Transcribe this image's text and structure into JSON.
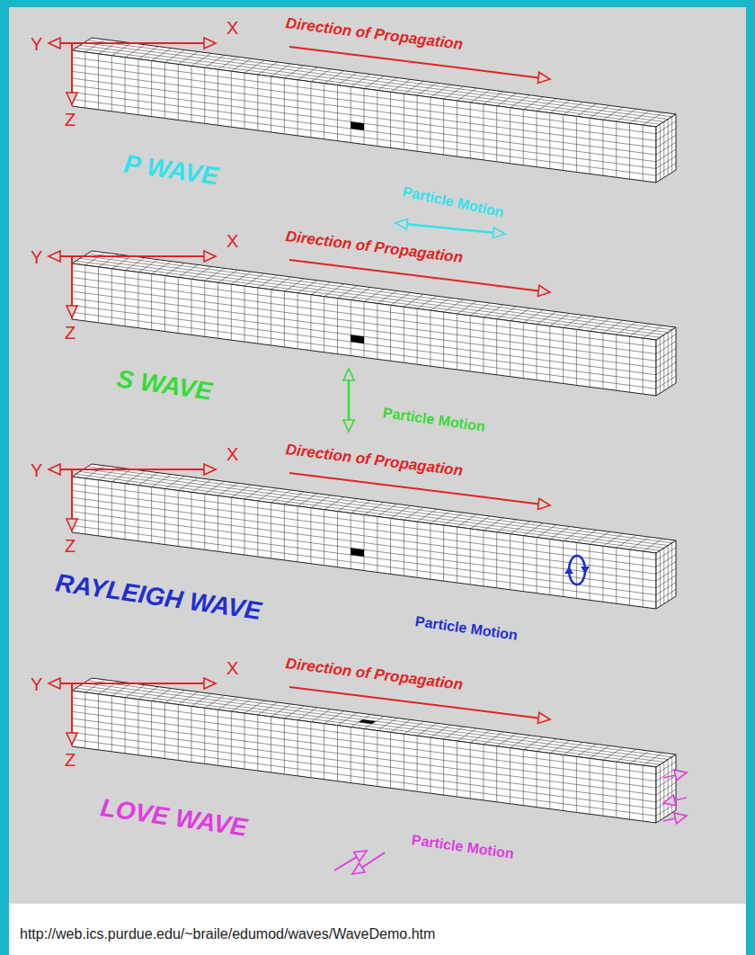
{
  "diagram": {
    "caption": "http://web.ics.purdue.edu/~braile/edumod/waves/WaveDemo.htm",
    "labels": [
      "X",
      "Direction of Propagation",
      "Y",
      "Z",
      "P WAVE",
      "Particle Motion",
      "X",
      "Direction of Propagation",
      "Y",
      "Z",
      "S WAVE",
      "Particle Motion",
      "X",
      "Direction of Propagation",
      "Y",
      "Z",
      "RAYLEIGH WAVE",
      "Particle Motion",
      "X",
      "Direction of Propagation",
      "Y",
      "Z",
      "LOVE WAVE",
      "Particle Motion"
    ]
  }
}
